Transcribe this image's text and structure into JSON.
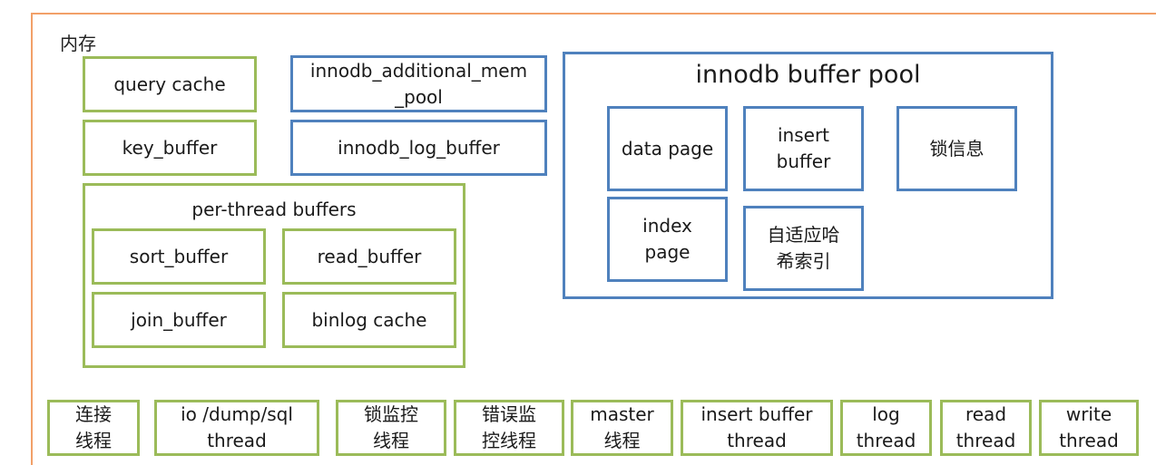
{
  "memory_label": "内存",
  "left_boxes": {
    "query_cache": "query cache",
    "key_buffer": "key_buffer"
  },
  "per_thread": {
    "title": "per-thread buffers",
    "sort_buffer": "sort_buffer",
    "read_buffer": "read_buffer",
    "join_buffer": "join_buffer",
    "binlog_cache": "binlog cache"
  },
  "innodb_mem": {
    "additional_mem_pool": "innodb_additional_mem\n_pool",
    "log_buffer": "innodb_log_buffer"
  },
  "buffer_pool": {
    "title": "innodb buffer pool",
    "data_page": "data page",
    "insert_buffer": "insert\nbuffer",
    "lock_info": "锁信息",
    "index_page": "index\npage",
    "adaptive_hash": "自适应哈\n希索引"
  },
  "threads": [
    "连接\n线程",
    "io /dump/sql\nthread",
    "锁监控\n线程",
    "错误监\n控线程",
    "master\n线程",
    "insert buffer\nthread",
    "log\nthread",
    "read\nthread",
    "write\nthread"
  ],
  "colors": {
    "green": "#9bbb59",
    "blue": "#4f81bd",
    "orange": "#f2a068"
  }
}
